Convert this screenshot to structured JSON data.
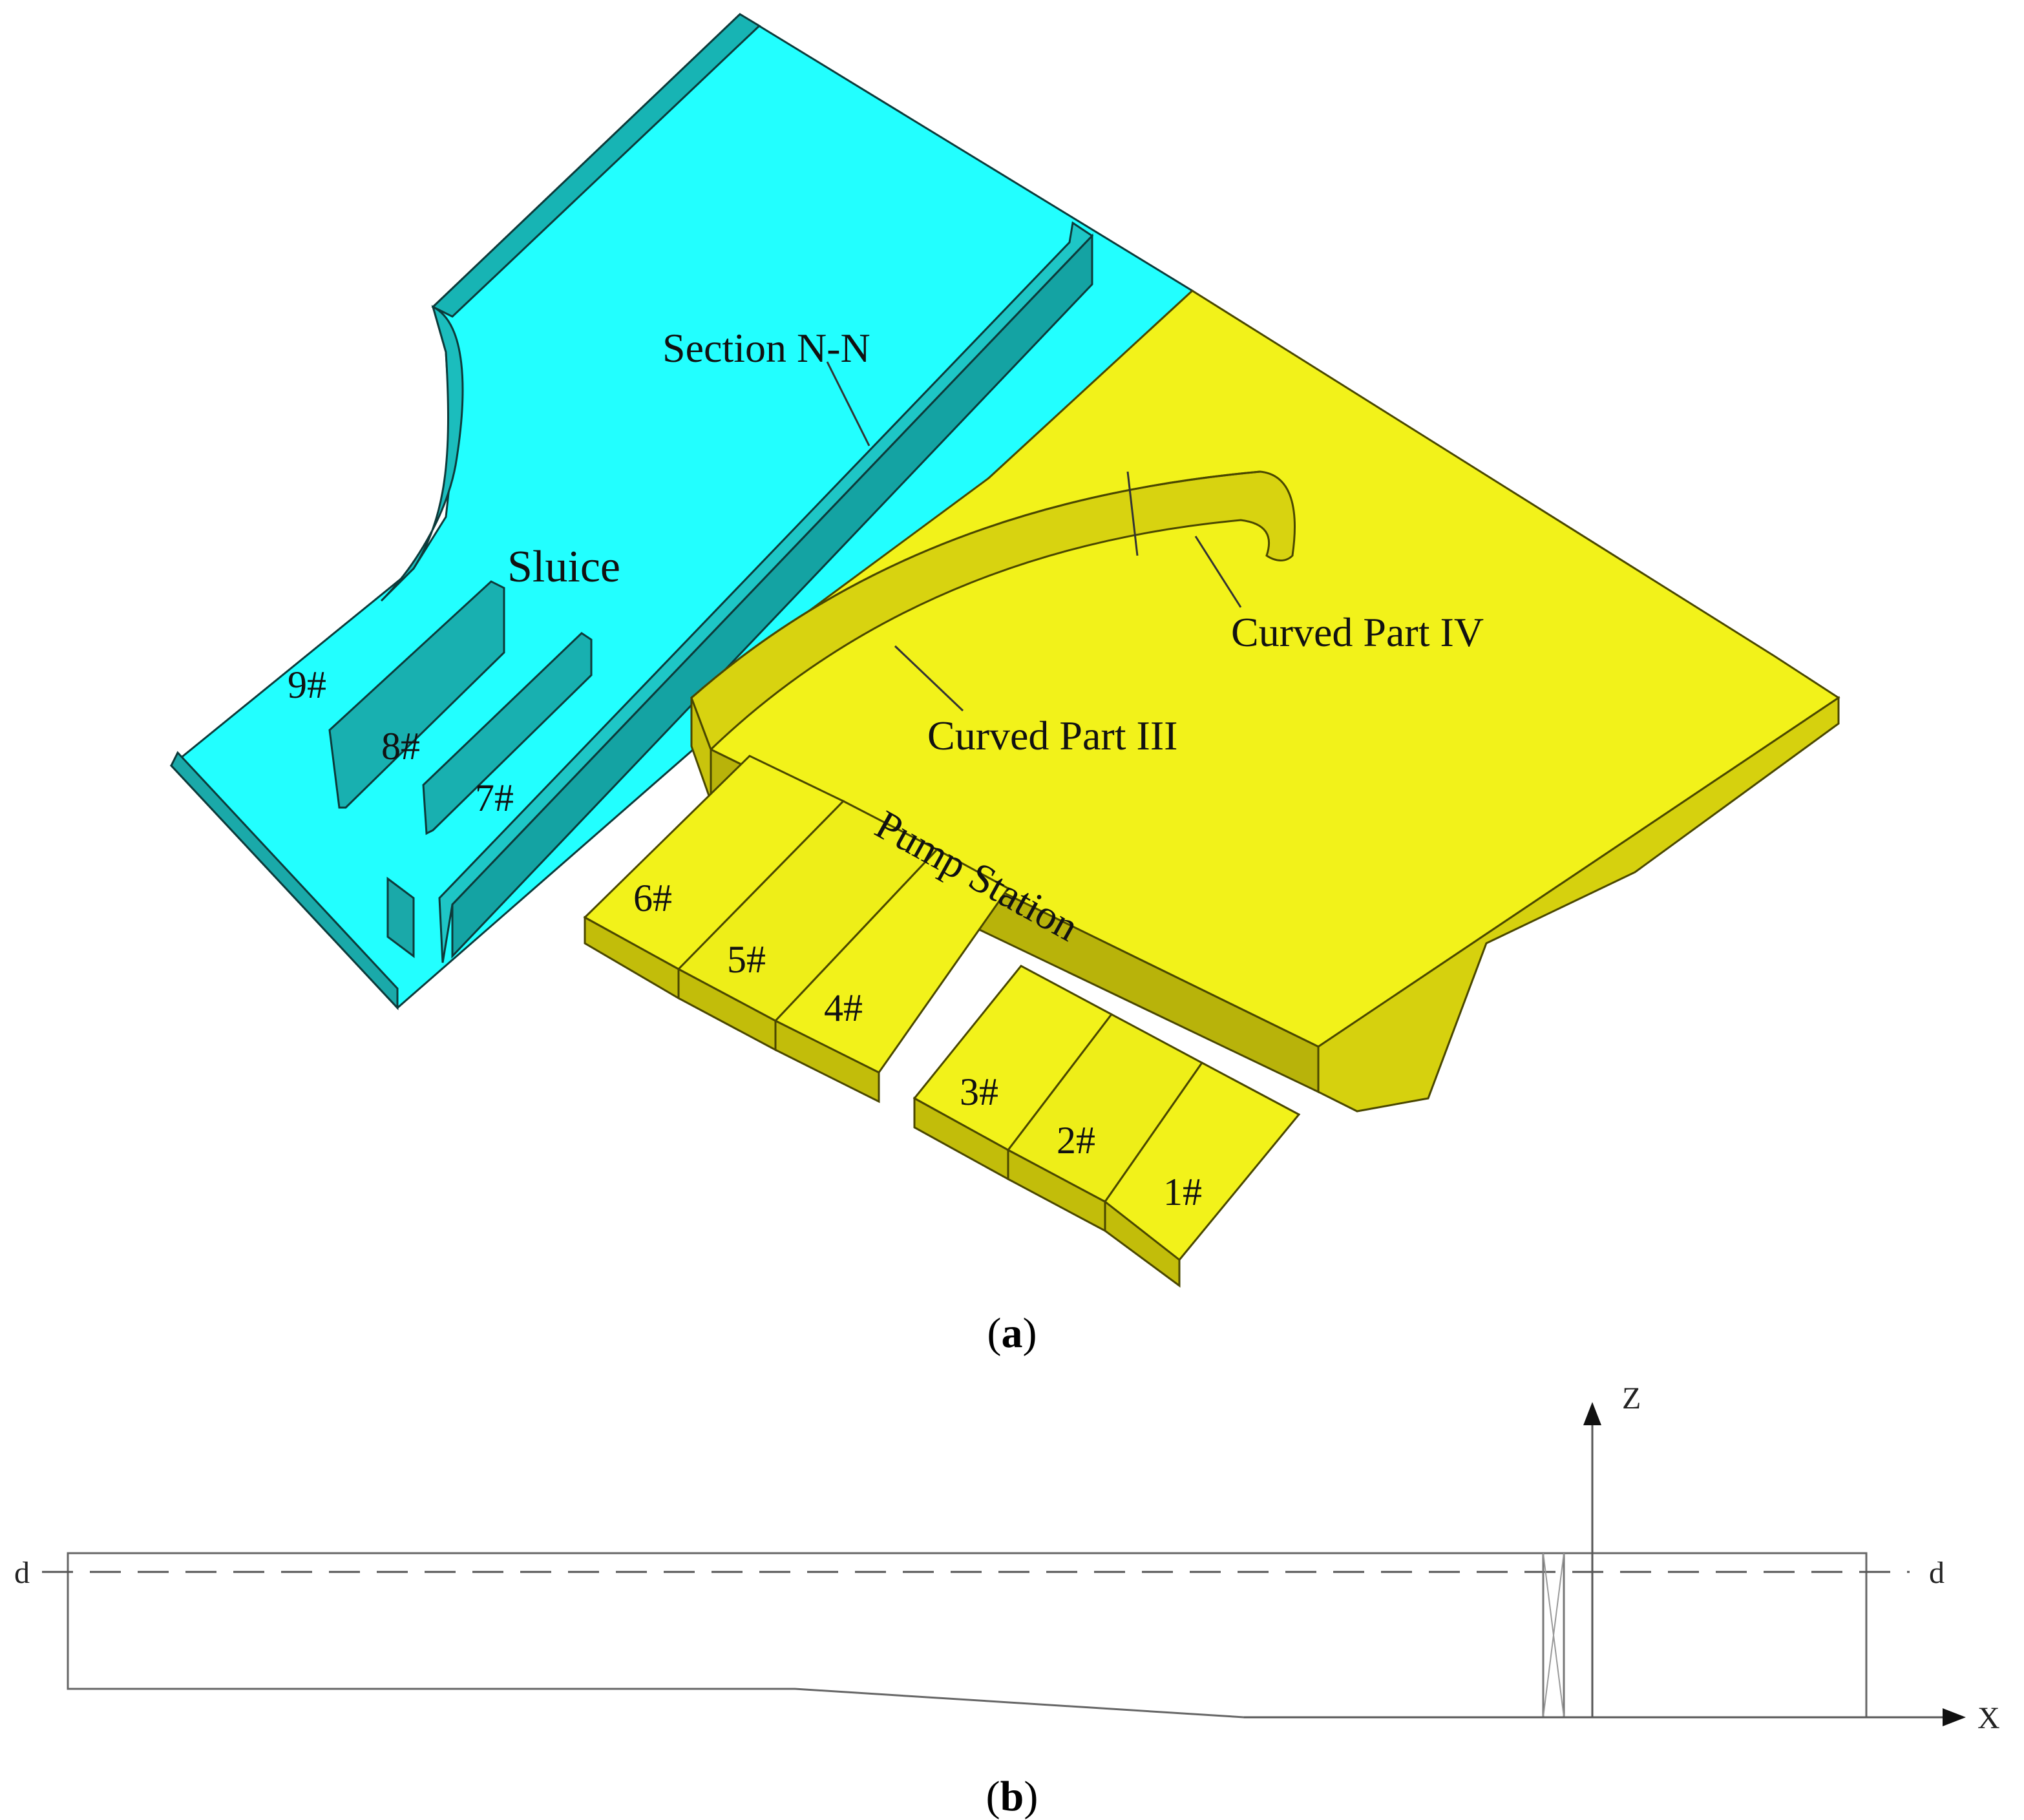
{
  "colors": {
    "sluice": "#22ffff",
    "sluice_shade": "#1dc8c8",
    "pump": "#f2f21a",
    "pump_shade": "#c2bd0a",
    "edge": "#0d3a3a",
    "edge_pump": "#4a4700",
    "section_line": "#555555"
  },
  "panel_a": {
    "labels": {
      "section": "Section N-N",
      "sluice": "Sluice",
      "curved_iii": "Curved Part  III",
      "curved_iv": "Curved Part IV",
      "pump_station": "Pump Station"
    },
    "gates": [
      "9#",
      "8#",
      "7#"
    ],
    "units": [
      "6#",
      "5#",
      "4#",
      "3#",
      "2#",
      "1#"
    ],
    "caption_paren_open": "(",
    "caption_letter": "a",
    "caption_paren_close": ")"
  },
  "panel_b": {
    "level_left": "d",
    "level_right": "d",
    "axis_z": "Z",
    "axis_x": "X",
    "caption_paren_open": "(",
    "caption_letter": "b",
    "caption_paren_close": ")"
  }
}
